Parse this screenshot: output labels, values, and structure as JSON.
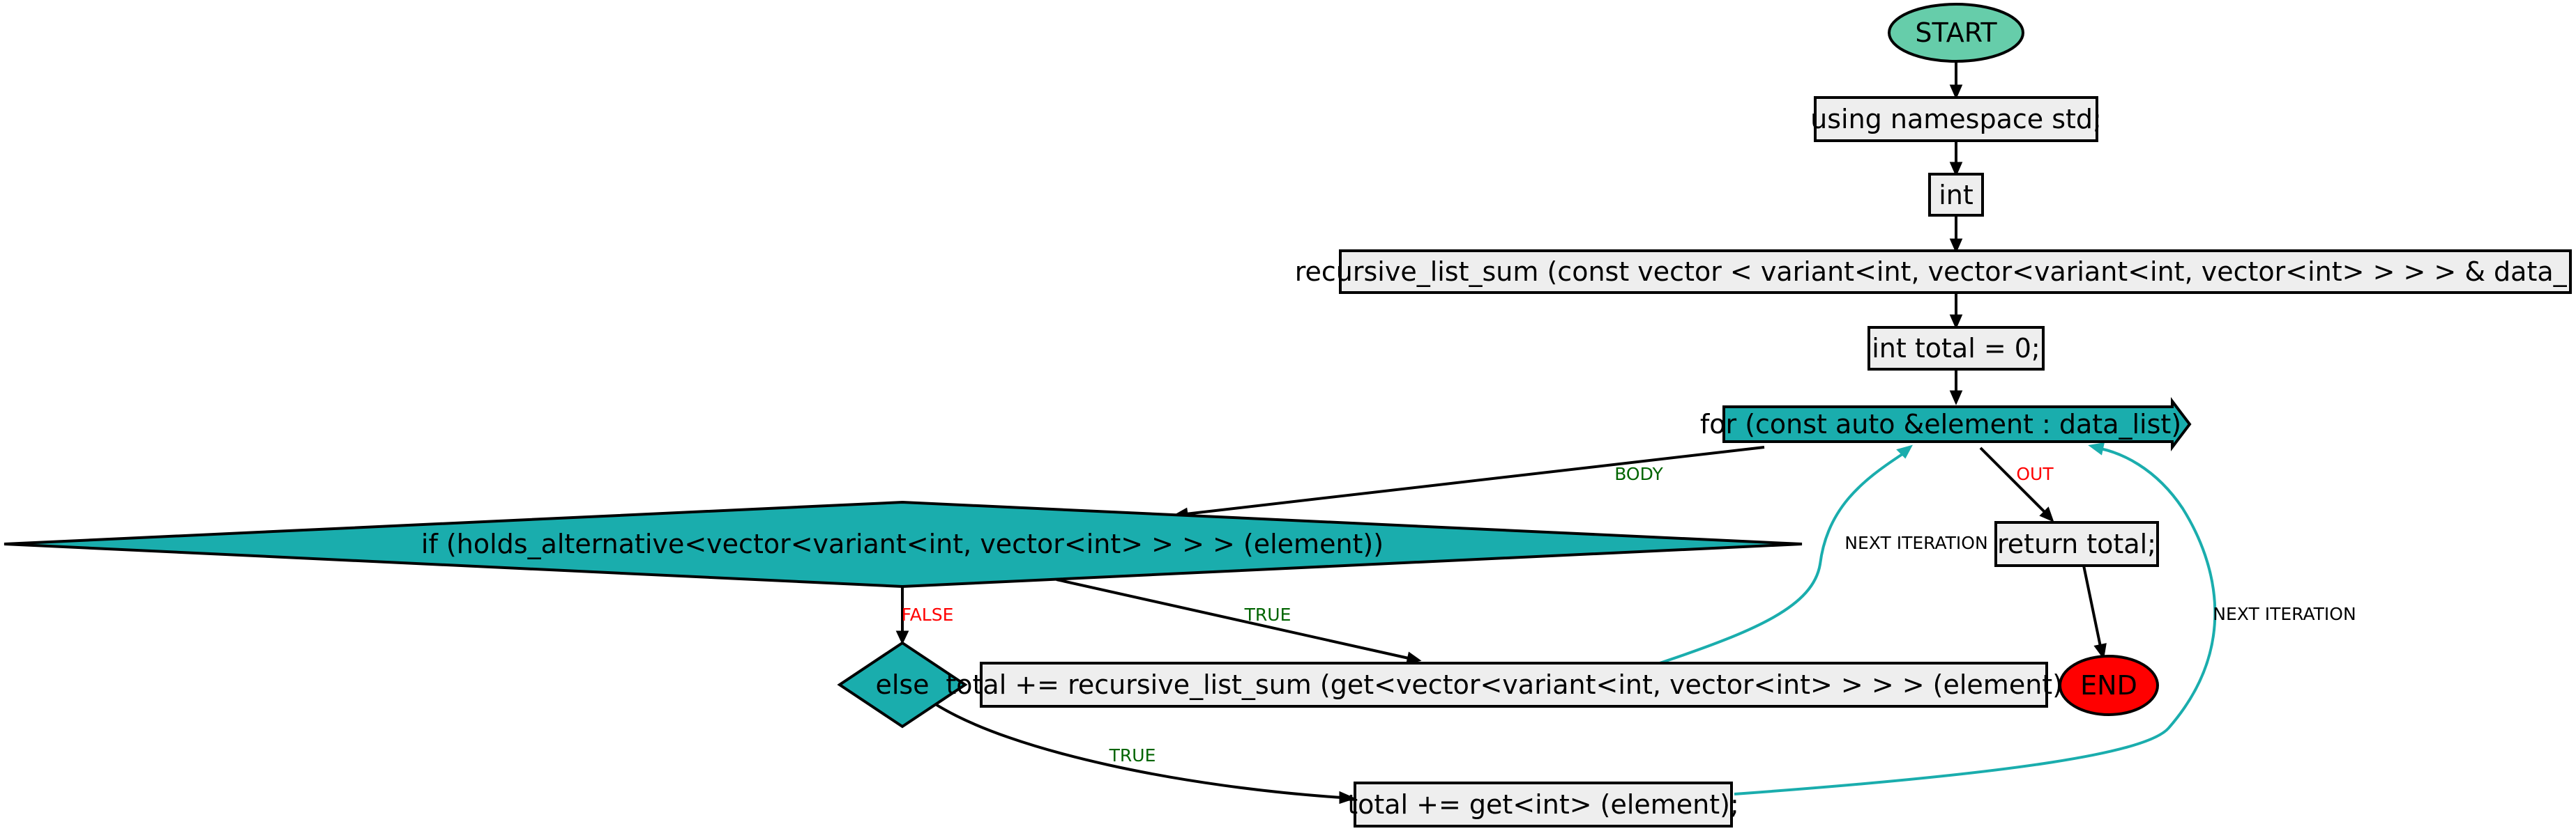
{
  "nodes": {
    "start": "START",
    "using_namespace": "using namespace std;",
    "return_type": "int",
    "function_signature": "recursive_list_sum (const vector < variant<int, vector<variant<int, vector<int> > > > & data_list)",
    "init_total": "int total = 0;",
    "for_loop": "for (const auto &element : data_list)",
    "if_condition": "if (holds_alternative<vector<variant<int, vector<int> > > > (element))",
    "else": "else",
    "recursive_add": "total += recursive_list_sum (get<vector<variant<int, vector<int> > > > (element));",
    "int_add": "total += get<int> (element);",
    "return_total": "return total;",
    "end": "END"
  },
  "edge_labels": {
    "body": "BODY",
    "out": "OUT",
    "if_true": "TRUE",
    "if_false": "FALSE",
    "else_true": "TRUE",
    "next_iteration_1": "NEXT ITERATION",
    "next_iteration_2": "NEXT ITERATION"
  },
  "colors": {
    "start_fill": "#66cdaa",
    "end_fill": "#ff0000",
    "decision_fill": "#1aadad",
    "statement_fill": "#eeeeee",
    "loop_edge": "#1aadad",
    "true_label": "#006400",
    "false_label": "#ff0000"
  }
}
